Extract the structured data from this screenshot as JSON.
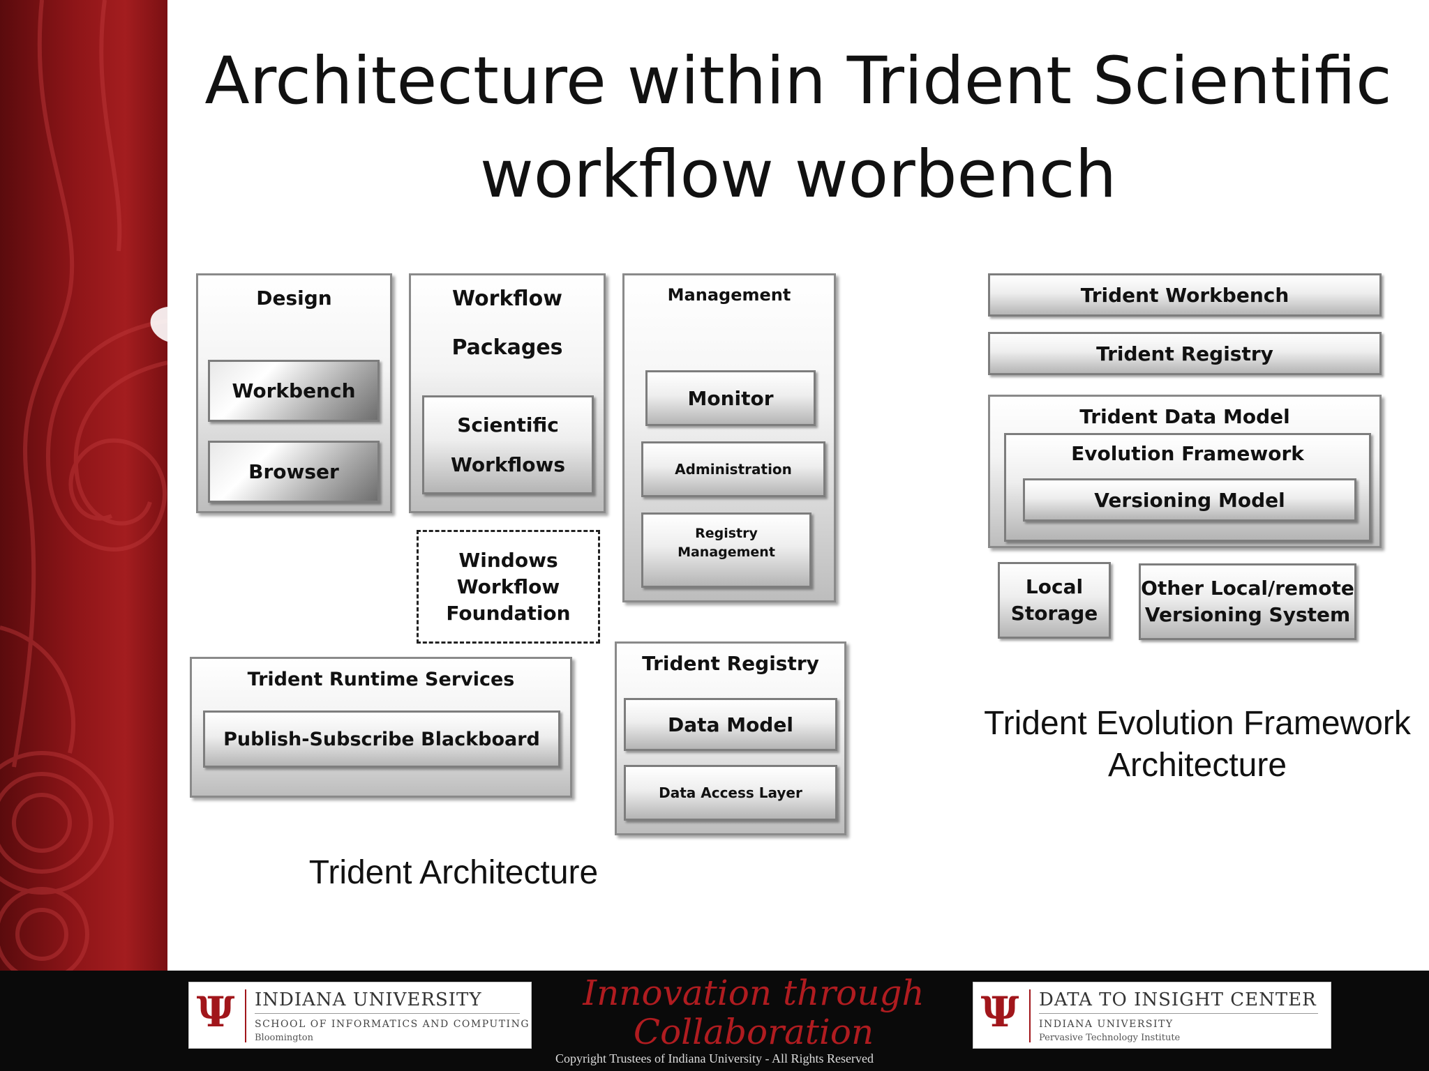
{
  "slide": {
    "title": "Architecture within Trident Scientific\nworkflow worbench"
  },
  "left": {
    "design": {
      "label": "Design",
      "items": [
        "Workbench",
        "Browser"
      ]
    },
    "workflow": {
      "label1": "Workflow",
      "label2": "Packages",
      "inner1": "Scientific",
      "inner2": "Workflows"
    },
    "wwf": "Windows\nWorkflow\nFoundation",
    "management": {
      "label": "Management",
      "items": [
        "Monitor",
        "Administration",
        "Registry\nManagement"
      ]
    },
    "runtime": {
      "label": "Trident Runtime Services",
      "inner": "Publish-Subscribe Blackboard"
    },
    "registry": {
      "label": "Trident Registry",
      "items": [
        "Data Model",
        "Data Access Layer"
      ]
    },
    "caption": "Trident Architecture"
  },
  "right": {
    "workbench": "Trident Workbench",
    "registry": "Trident Registry",
    "data_model": {
      "label": "Trident Data Model",
      "evolution": "Evolution Framework",
      "versioning": "Versioning Model"
    },
    "local_storage": "Local\nStorage",
    "other": "Other Local/remote\nVersioning System",
    "caption": "Trident Evolution Framework\nArchitecture"
  },
  "footer": {
    "iu": {
      "mark": "Ψ",
      "line1": "INDIANA UNIVERSITY",
      "line2": "SCHOOL OF INFORMATICS AND COMPUTING",
      "line3": "Bloomington"
    },
    "slogan": "Innovation through\nCollaboration",
    "d2i": {
      "mark": "Ψ",
      "line1": "DATA TO INSIGHT CENTER",
      "line2": "INDIANA UNIVERSITY",
      "line3": "Pervasive Technology Institute"
    },
    "copyright": "Copyright Trustees of Indiana University - All Rights Reserved"
  }
}
